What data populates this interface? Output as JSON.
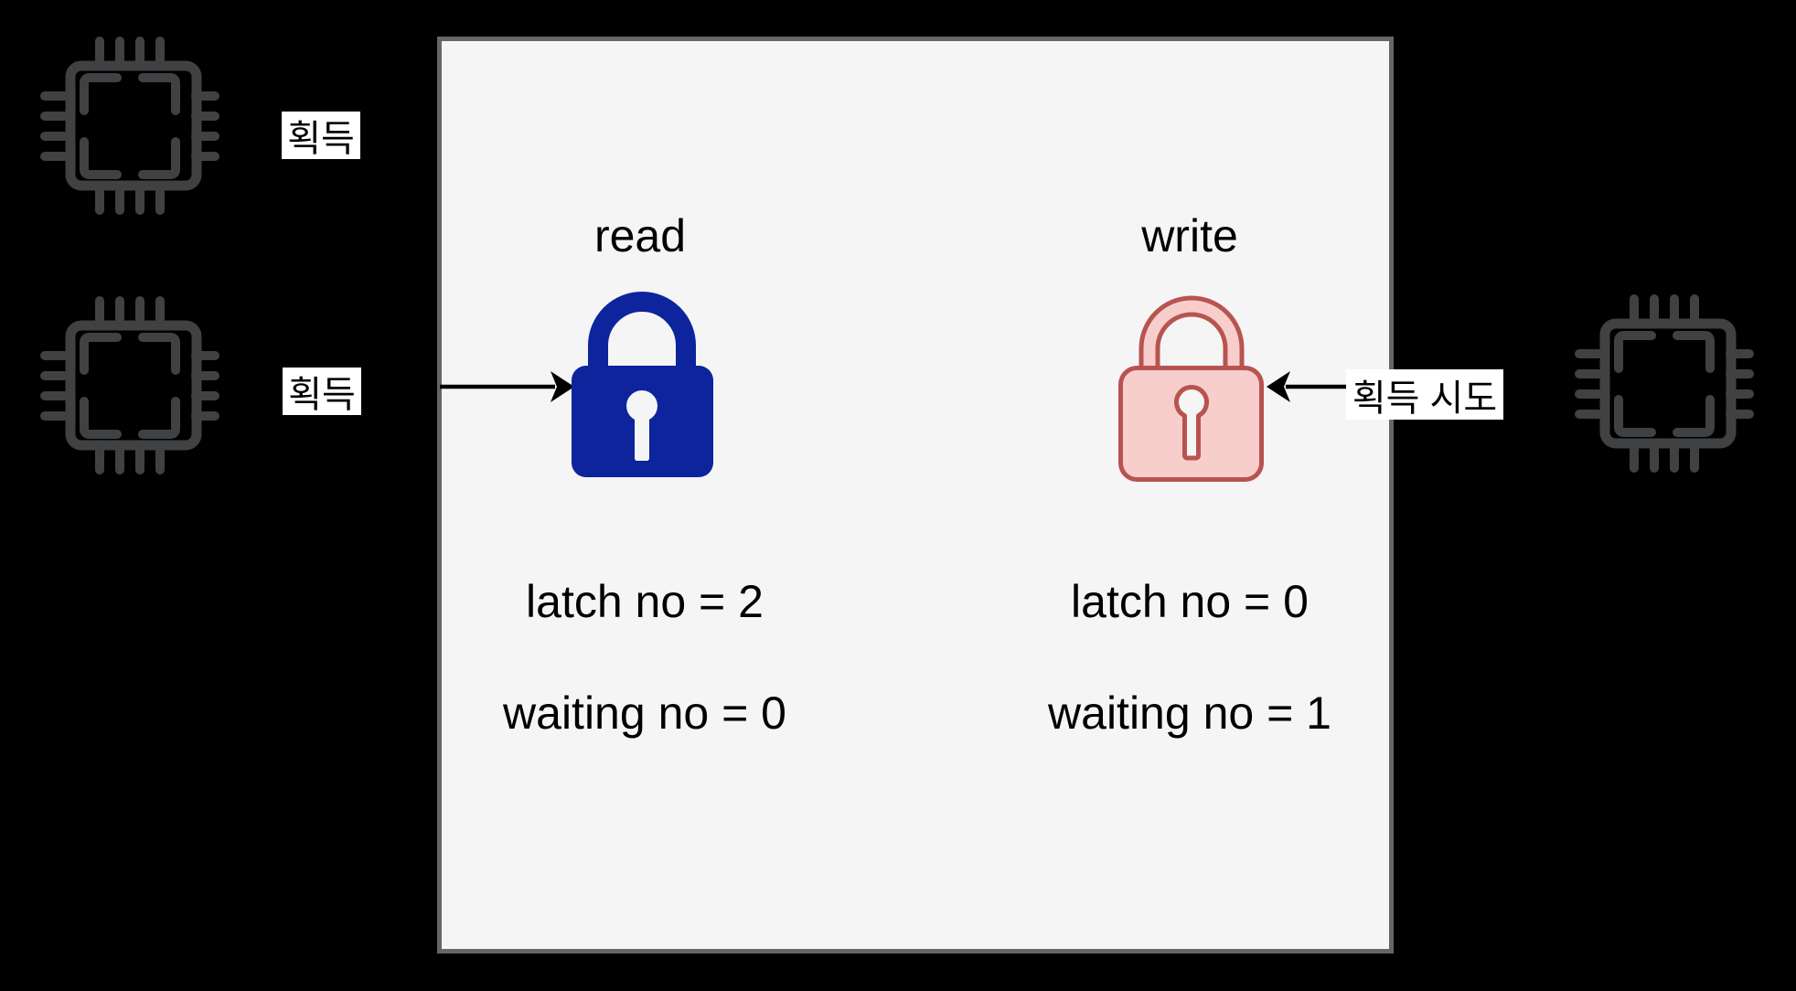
{
  "diagram": {
    "background": "#000000",
    "box": {
      "fill": "#f5f5f5",
      "border_color": "#666666"
    },
    "chip_icon_color": "#404142",
    "arrow_color": "#000000",
    "cpu_labels": {
      "acquire_top": "획득",
      "acquire_middle": "획득",
      "acquire_attempt": "획득 시도"
    },
    "read": {
      "title": "read",
      "lock_color": "#0d249c",
      "latch_count_text": "latch no = 2",
      "waiting_count_text": "waiting no = 0"
    },
    "write": {
      "title": "write",
      "lock_fill": "#f8cecc",
      "lock_stroke": "#b85450",
      "latch_count_text": "latch no = 0",
      "waiting_count_text": "waiting no = 1"
    }
  }
}
